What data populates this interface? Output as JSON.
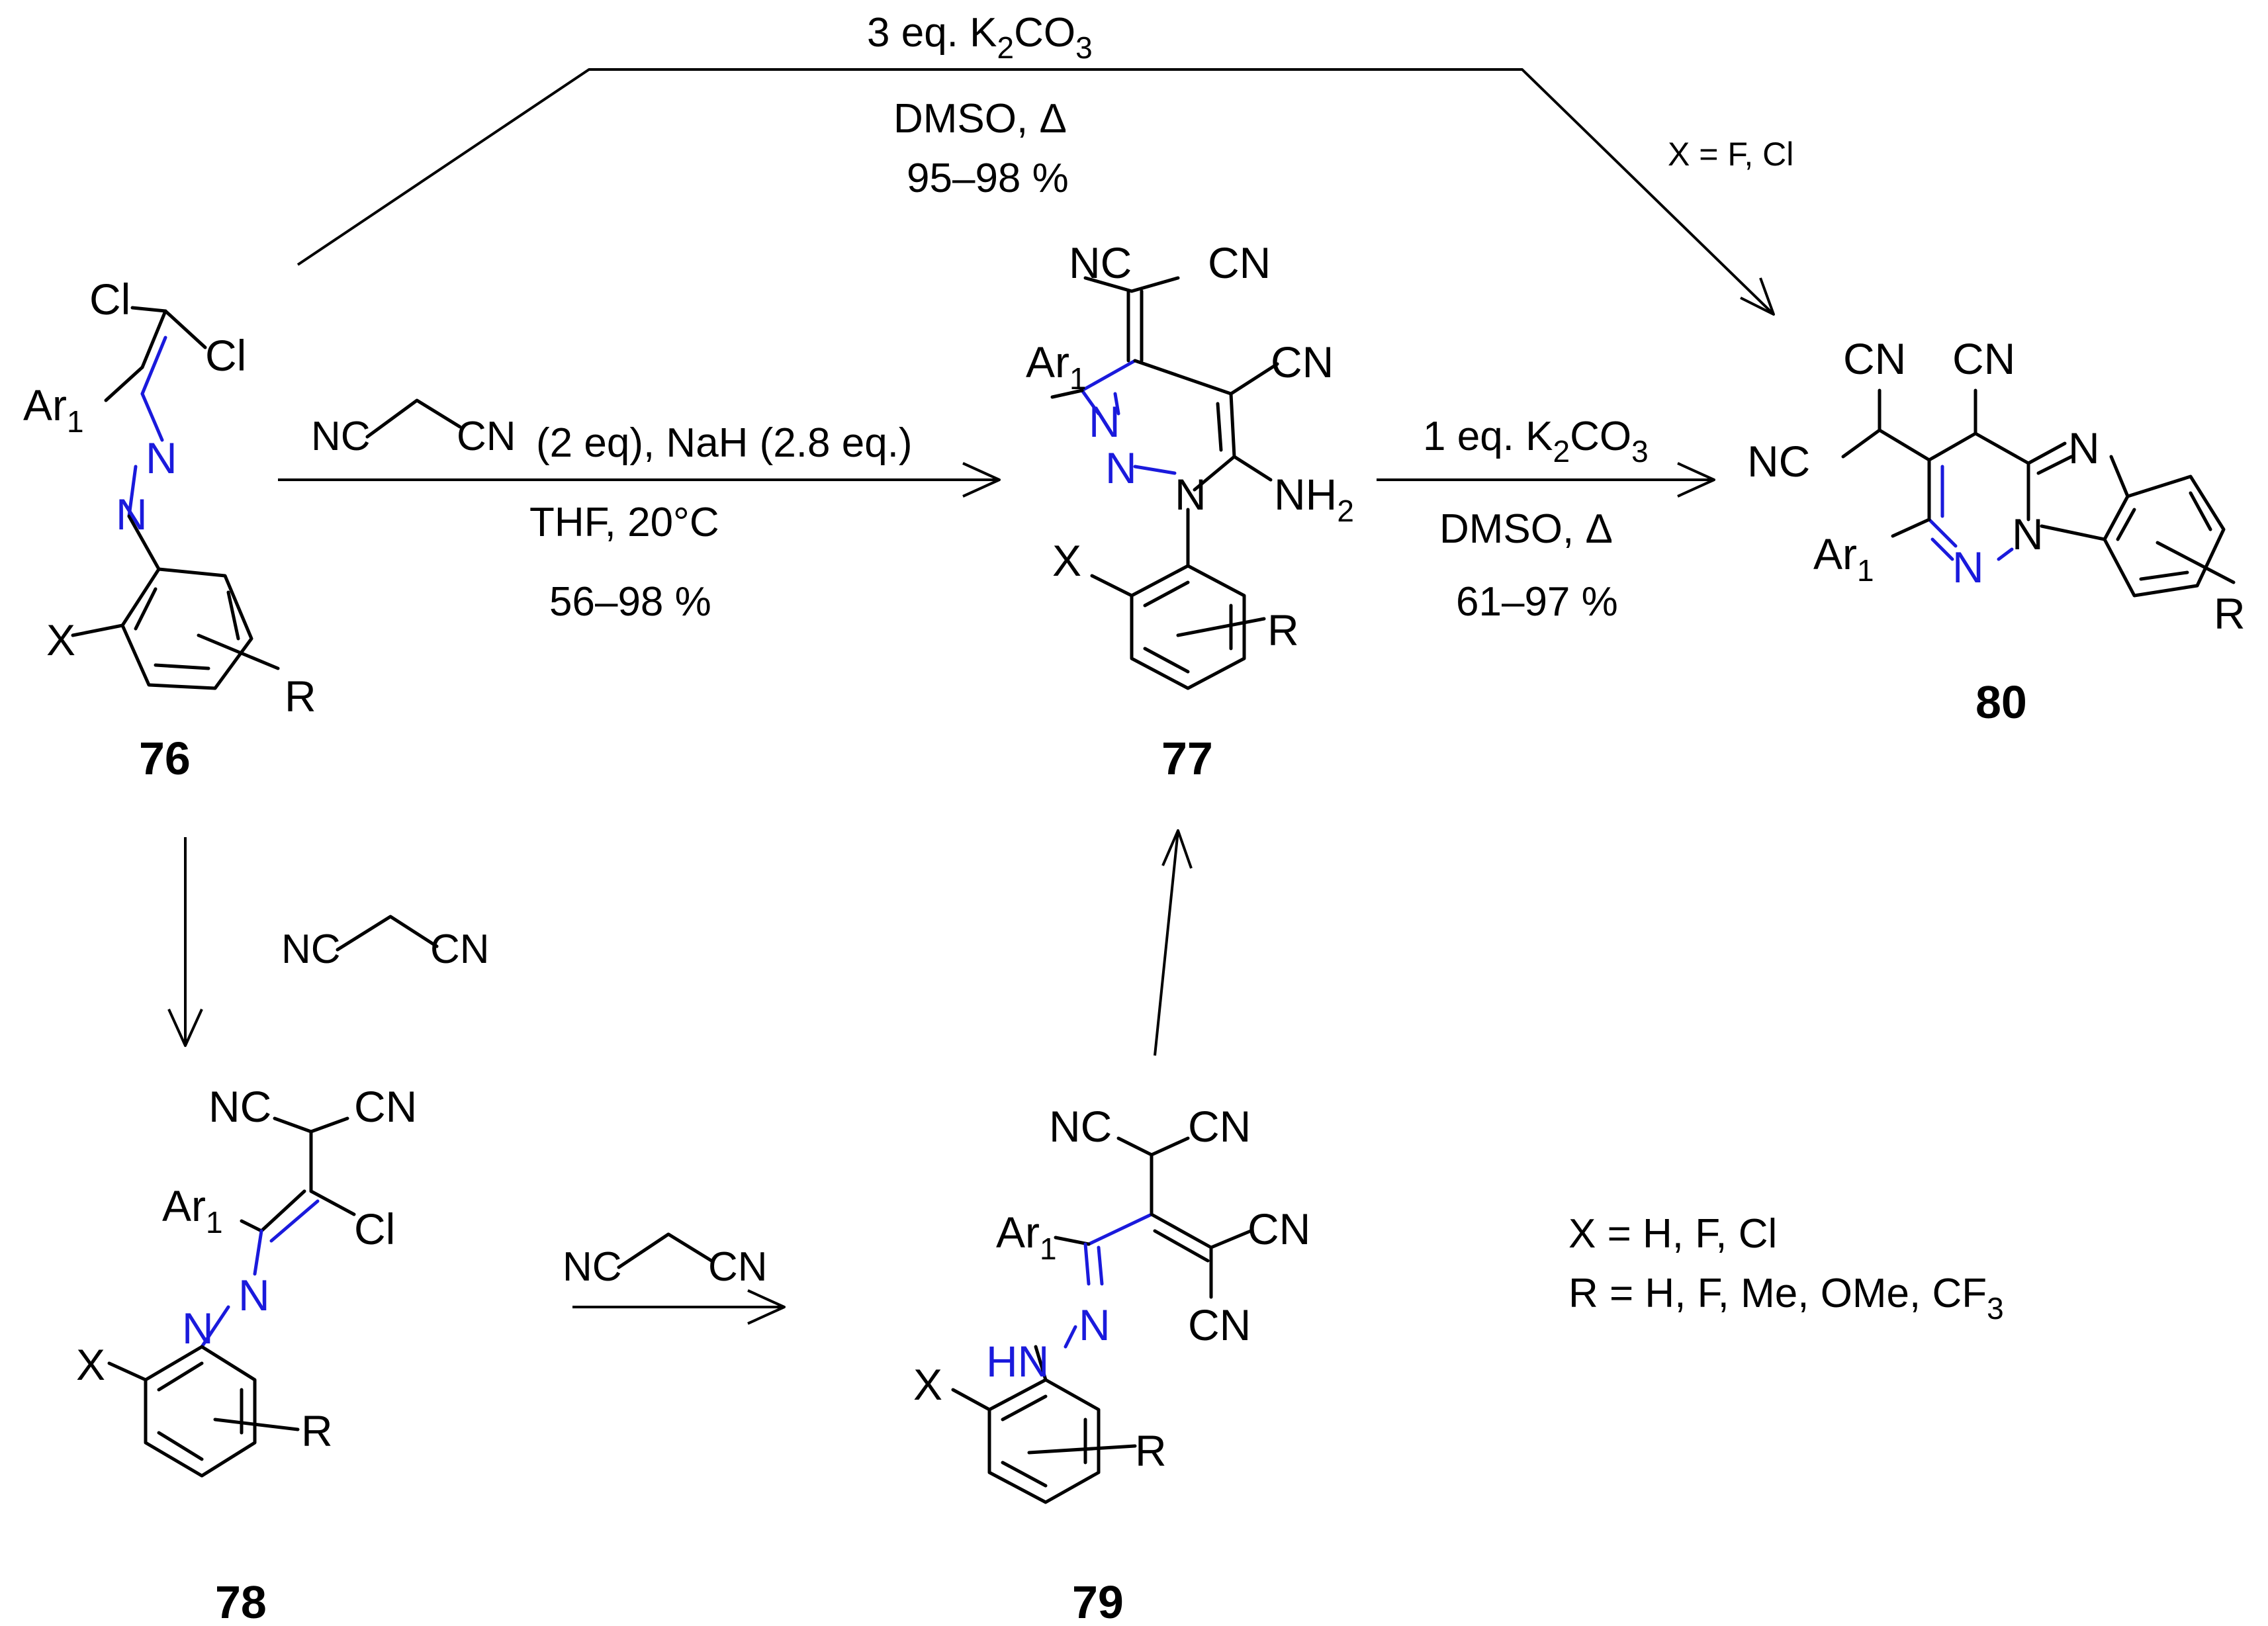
{
  "colors": {
    "ink": "#000000",
    "highlight": "#1a1adc",
    "background": "#ffffff"
  },
  "atoms": {
    "cl": "Cl",
    "ar": "Ar",
    "one": "1",
    "n": "N",
    "x": "X",
    "r": "R",
    "nc": "NC",
    "cn": "CN",
    "nh": "NH",
    "two": "2",
    "hn": "HN"
  },
  "compounds": {
    "c76": "76",
    "c77": "77",
    "c78": "78",
    "c79": "79",
    "c80": "80"
  },
  "conditions": {
    "top": {
      "line1_pre": "3 eq. K",
      "sub2": "2",
      "line1_co": "CO",
      "sub3": "3",
      "line2": "DMSO, Δ",
      "yield": "95–98 %"
    },
    "top_note": "X = F, Cl",
    "arrow_76_77": {
      "equiv": "(2 eq), NaH (2.8 eq.)",
      "solvent": "THF, 20°C",
      "yield": "56–98 %"
    },
    "arrow_77_80": {
      "line1_pre": "1 eq. K",
      "sub2": "2",
      "line1_co": "CO",
      "sub3": "3",
      "line2": "DMSO, Δ",
      "yield": "61–97 %"
    }
  },
  "legend": {
    "x_def": "X = H, F, Cl",
    "r_def": "R = H, F, Me, OMe, CF",
    "r_sub": "3"
  }
}
